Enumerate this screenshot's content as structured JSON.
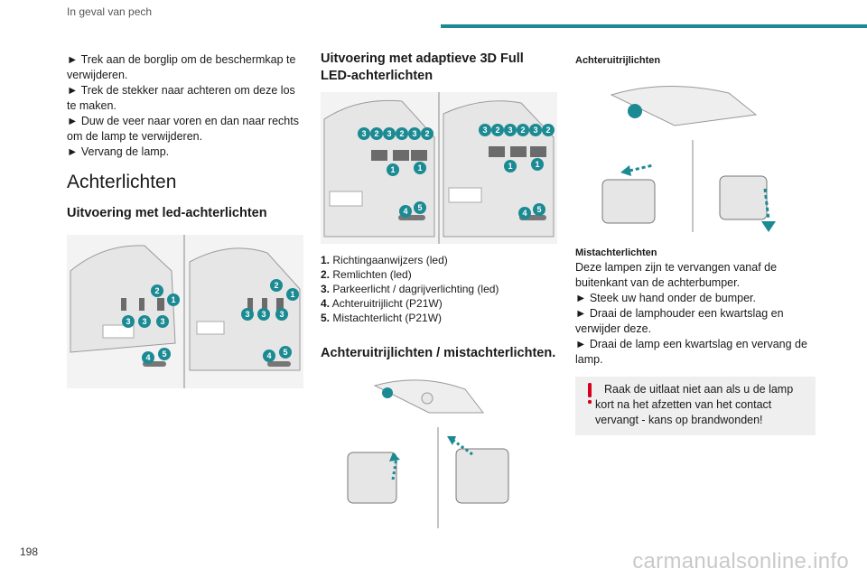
{
  "header": {
    "section": "In geval van pech"
  },
  "page_number": "198",
  "watermark": "carmanualsonline.info",
  "col1": {
    "steps": [
      "► Trek aan de borglip om de beschermkap te verwijderen.",
      "► Trek de stekker naar achteren om deze los te maken.",
      "► Duw de veer naar voren en dan naar rechts om de lamp te verwijderen.",
      "► Vervang de lamp."
    ],
    "heading": "Achterlichten",
    "subheading": "Uitvoering met led-achterlichten",
    "callouts_left": [
      "2",
      "1",
      "3",
      "3",
      "3",
      "4",
      "5"
    ],
    "callouts_right": [
      "2",
      "1",
      "3",
      "3",
      "3",
      "4",
      "5"
    ]
  },
  "col2": {
    "heading": "Uitvoering met adaptieve 3D Full LED-achterlichten",
    "callouts_left": [
      "3",
      "2",
      "3",
      "2",
      "3",
      "2",
      "1",
      "1",
      "4",
      "5"
    ],
    "callouts_right": [
      "3",
      "2",
      "3",
      "2",
      "3",
      "2",
      "1",
      "1",
      "4",
      "5"
    ],
    "legend": [
      {
        "num": "1.",
        "text": "Richtingaanwijzers (led)"
      },
      {
        "num": "2.",
        "text": "Remlichten (led)"
      },
      {
        "num": "3.",
        "text": "Parkeerlicht / dagrijverlichting (led)"
      },
      {
        "num": "4.",
        "text": "Achteruitrijlicht (P21W)"
      },
      {
        "num": "5.",
        "text": "Mistachterlicht (P21W)"
      }
    ],
    "heading2": "Achteruitrijlichten / mistachterlichten."
  },
  "col3": {
    "fig_title": "Achteruitrijlichten",
    "mist_title": "Mistachterlichten",
    "mist_text": "Deze lampen zijn te vervangen vanaf de buitenkant van de achterbumper.",
    "steps": [
      "► Steek uw hand onder de bumper.",
      "► Draai de lamphouder een kwartslag en verwijder deze.",
      "► Draai de lamp een kwartslag en vervang de lamp."
    ],
    "warning": "Raak de uitlaat niet aan als u de lamp kort na het afzetten van het contact vervangt - kans op brandwonden!"
  },
  "colors": {
    "accent": "#1b8a93",
    "callout": "#1b8a93",
    "warning": "#d6001c"
  }
}
